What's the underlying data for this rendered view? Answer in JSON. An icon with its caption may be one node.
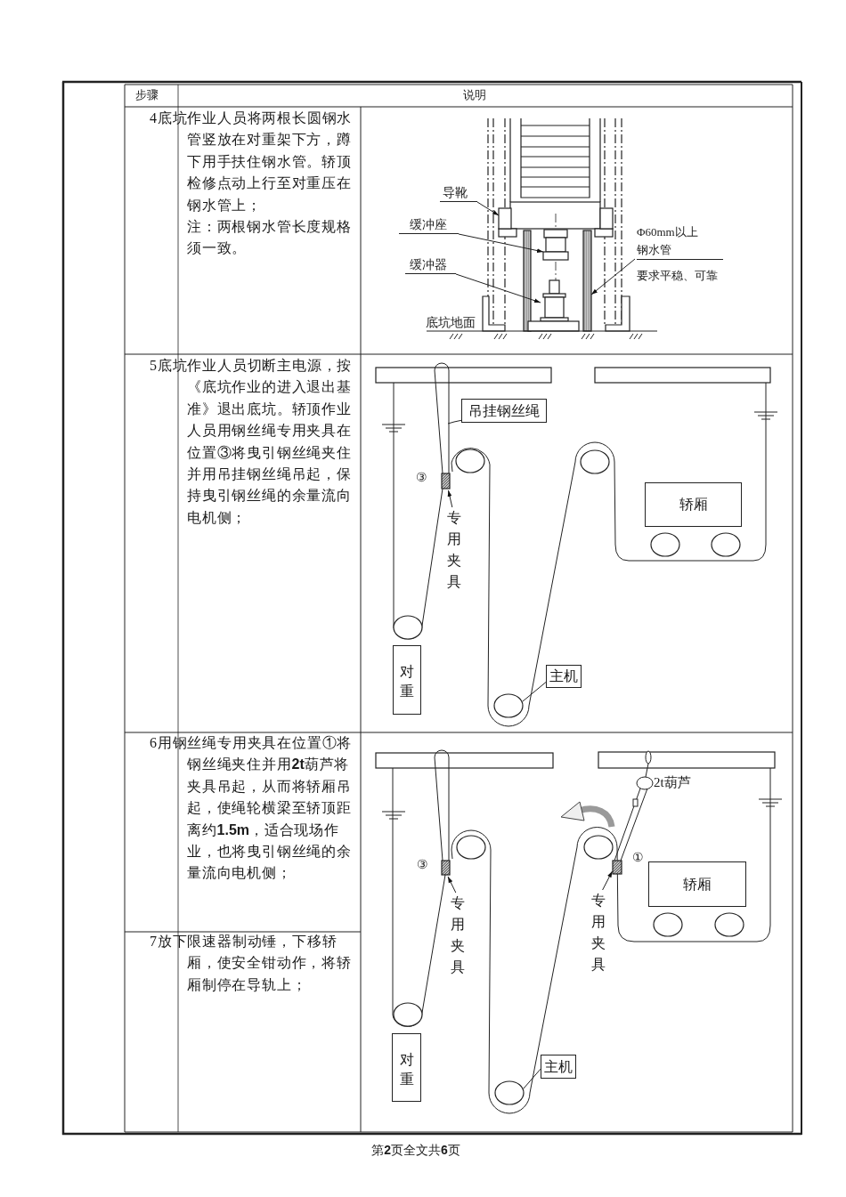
{
  "diagram": {
    "nodes": [
      {
        "text": [
          "导靴"
        ]
      },
      {
        "text": [
          "缓冲座"
        ]
      },
      {
        "text": [
          "缓冲器"
        ]
      },
      {
        "text": [
          "Φ60mm以上钢水管",
          "要求平稳、可靠"
        ]
      },
      {
        "text": [
          "吊挂钢丝绳"
        ]
      },
      {
        "text": [
          "专用夹具"
        ]
      },
      {
        "text": [
          "轿厢"
        ]
      },
      {
        "text": [
          "对重"
        ]
      },
      {
        "text": [
          "主机"
        ]
      },
      {
        "text": [
          "专用夹具"
        ]
      },
      {
        "text": [
          "专用夹具"
        ]
      },
      {
        "text": [
          "轿厢"
        ]
      },
      {
        "text": [
          "对重"
        ]
      },
      {
        "text": [
          "主机"
        ]
      }
    ],
    "edges": [
      {
        "from": 0,
        "to": null,
        "arrow": "to"
      },
      {
        "from": 1,
        "to": null,
        "arrow": "to"
      },
      {
        "from": 2,
        "to": null,
        "arrow": "to"
      },
      {
        "from": 3,
        "to": null,
        "arrow": "to"
      },
      {
        "from": 4,
        "to": null,
        "arrow": "none"
      },
      {
        "from": 5,
        "to": null,
        "arrow": "to"
      },
      {
        "from": 8,
        "to": null,
        "arrow": "none"
      },
      {
        "from": 9,
        "to": null,
        "arrow": "to"
      },
      {
        "from": 10,
        "to": null,
        "arrow": "to"
      },
      {
        "from": 13,
        "to": null,
        "arrow": "none"
      }
    ],
    "labels": [
      "步骤",
      "说明",
      "4底坑作业人员将两根长圆钢水管竖放在对重架下方，蹲下用手扶住钢水管。轿顶检修点动上行至对重压在钢水管上；",
      "注：两根钢水管长度规格须一致。",
      "底坑地面",
      "5底坑作业人员切断主电源，按《底坑作业的进入退出基准》退出底坑。轿顶作业人员用钢丝绳专用夹具在位置③将曳引钢丝绳夹住并用吊挂钢丝绳吊起，保持曳引钢丝绳的余量流向电机侧；",
      "③",
      "6用钢丝绳专用夹具在位置①将钢丝绳夹住并用**2t**葫芦将夹具吊起，从而将轿厢吊起，使绳轮横梁至轿顶距离约**1.5m**，适合现场作业，也将曳引钢丝绳的余量流向电机侧；",
      "7放下限速器制动锤，下移轿厢，使安全钳动作，将轿厢制停在导轨上；",
      "2t葫芦",
      "③",
      "①",
      "第**2**页全文共**6**页"
    ]
  }
}
